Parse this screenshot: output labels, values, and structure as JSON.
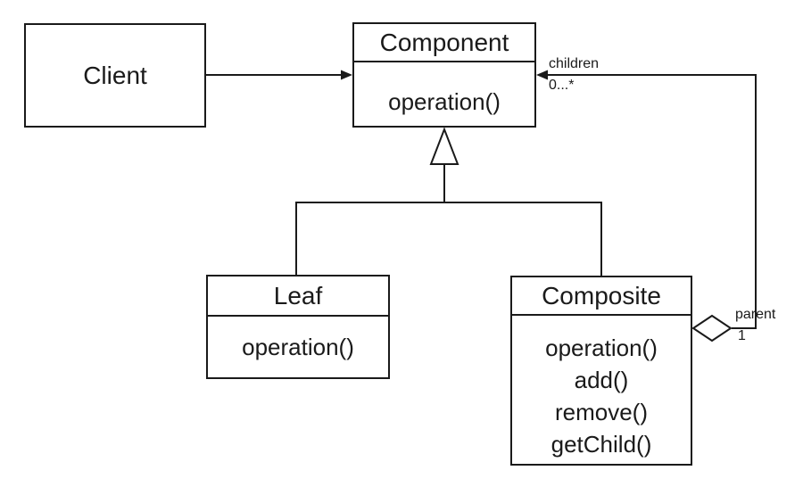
{
  "diagram": {
    "classes": {
      "client": {
        "name": "Client",
        "methods": []
      },
      "component": {
        "name": "Component",
        "methods": [
          "operation()"
        ]
      },
      "leaf": {
        "name": "Leaf",
        "methods": [
          "operation()"
        ]
      },
      "composite": {
        "name": "Composite",
        "methods": [
          "operation()",
          "add()",
          "remove()",
          "getChild()"
        ]
      }
    },
    "relationships": {
      "children": {
        "label": "children",
        "multiplicity": "0...*"
      },
      "parent": {
        "label": "parent",
        "multiplicity": "1"
      }
    },
    "colors": {
      "stroke": "#1a1a1a",
      "fill": "#ffffff",
      "background": "#ffffff"
    }
  }
}
